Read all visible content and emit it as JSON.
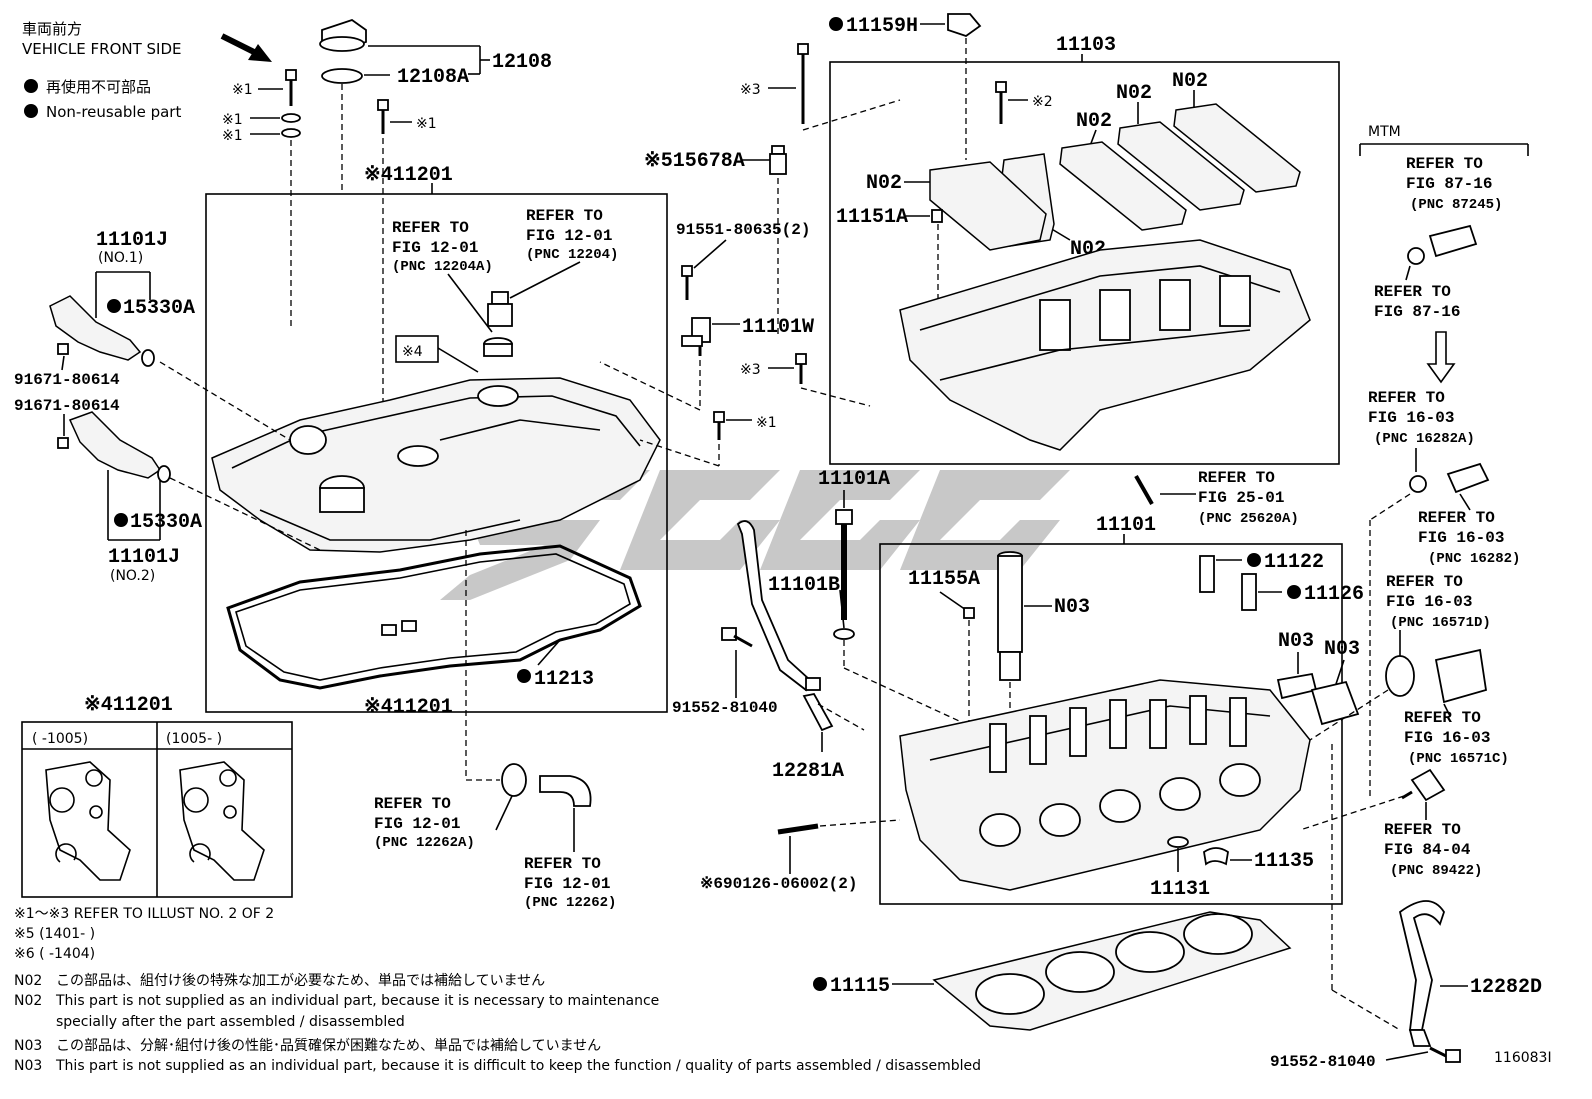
{
  "header": {
    "front_jp": "車両前方",
    "front_en": "VEHICLE FRONT SIDE",
    "legend_jp": "再使用不可部品",
    "legend_en": "Non-reusable part"
  },
  "labels": {
    "p12108": "12108",
    "p12108A": "12108A",
    "p11201": "※411201",
    "p11201b": "※411201",
    "p11101J1": "11101J",
    "p11101J1_sub": "(NO.1)",
    "p11101J2": "11101J",
    "p11101J2_sub": "(NO.2)",
    "p15330A1": "15330A",
    "p15330A2": "15330A",
    "p91671a": "91671-80614",
    "p91671b": "91671-80614",
    "p11213": "11213",
    "p11159H": "11159H",
    "p11103": "11103",
    "p15678A": "※515678A",
    "p91551": "91551-80635(2)",
    "p11101W": "11101W",
    "p11151A": "11151A",
    "p11101A": "11101A",
    "p11101B": "11101B",
    "p91552a": "91552-81040",
    "p12281A": "12281A",
    "p11101": "11101",
    "p11155A": "11155A",
    "p11122": "11122",
    "p11126": "11126",
    "p11135": "11135",
    "p11131": "11131",
    "p90126": "※690126-06002(2)",
    "p11115": "11115",
    "p12282D": "12282D",
    "p91552b": "91552-81040",
    "img_id": "116083I",
    "mtm": "MTM",
    "n02": "N02",
    "n03": "N03",
    "x1": "※1",
    "x2": "※2",
    "x3": "※3",
    "x4": "※4"
  },
  "refs": {
    "r1": [
      "REFER TO",
      "FIG 12-01",
      "(PNC 12204A)"
    ],
    "r2": [
      "REFER TO",
      "FIG 12-01",
      "(PNC 12204)"
    ],
    "r3": [
      "REFER TO",
      "FIG 12-01",
      "(PNC 12262A)"
    ],
    "r4": [
      "REFER TO",
      "FIG 12-01",
      "(PNC 12262)"
    ],
    "r5": [
      "REFER TO",
      "FIG 25-01",
      "(PNC 25620A)"
    ],
    "r6": [
      "REFER TO",
      "FIG 87-16",
      "(PNC 87245)"
    ],
    "r7": [
      "REFER TO",
      "FIG 87-16"
    ],
    "r8": [
      "REFER TO",
      "FIG 16-03",
      "(PNC 16282A)"
    ],
    "r9": [
      "REFER TO",
      "FIG 16-03",
      "(PNC 16282)"
    ],
    "r10": [
      "REFER TO",
      "FIG 16-03",
      "(PNC 16571D)"
    ],
    "r11": [
      "REFER TO",
      "FIG 16-03",
      "(PNC 16571C)"
    ],
    "r12": [
      "REFER TO",
      "FIG 84-04",
      "(PNC 89422)"
    ]
  },
  "variants": {
    "left": "(      -1005)",
    "right": "(1005-      )"
  },
  "footnotes": {
    "f1": "※1～※3  REFER TO ILLUST NO. 2 OF 2",
    "f2": "※5 (1401-      )",
    "f3": "※6 (      -1404)",
    "n02_code": "N02",
    "n02_jp": "この部品は、組付け後の特殊な加工が必要なため、単品では補給していません",
    "n02_en1": "This part is not supplied as an individual part, because it is necessary to maintenance",
    "n02_en2": "specially after the part assembled / disassembled",
    "n03_code": "N03",
    "n03_jp": "この部品は、分解･組付け後の性能･品質確保が困難なため、単品では補給していません",
    "n03_en": "This part is not supplied as an individual part, because it is difficult to keep the function / quality of parts  assembled / disassembled"
  }
}
